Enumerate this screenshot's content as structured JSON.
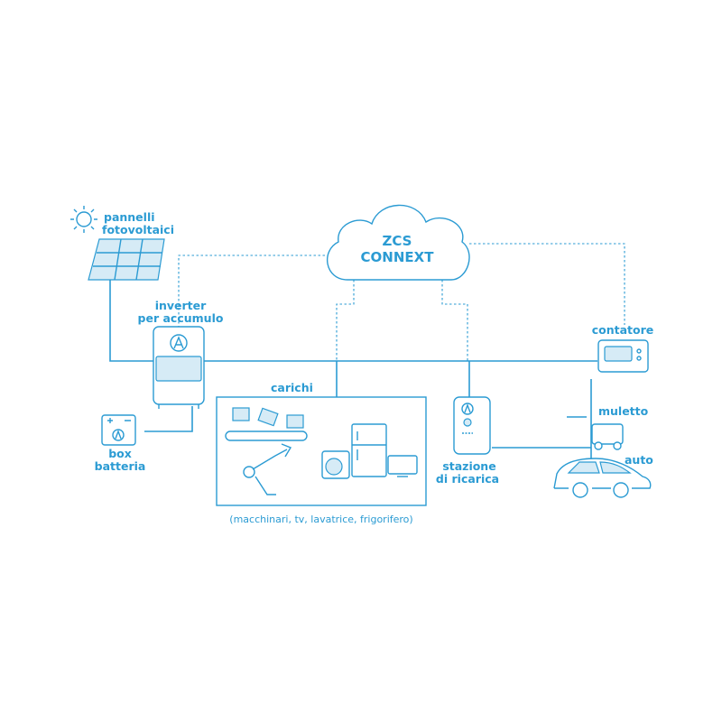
{
  "cloud": {
    "line1": "ZCS",
    "line2": "CONNEXT"
  },
  "nodes": {
    "solar": {
      "line1": "pannelli",
      "line2": "fotovoltaici",
      "icon": "solar-panel-icon"
    },
    "inverter": {
      "line1": "inverter",
      "line2": "per accumulo",
      "icon": "inverter-icon"
    },
    "battery": {
      "line1": "box",
      "line2": "batteria",
      "icon": "battery-icon"
    },
    "loads": {
      "label": "carichi",
      "caption": "(macchinari, tv, lavatrice, frigorifero)"
    },
    "meter": {
      "label": "contatore",
      "icon": "meter-icon"
    },
    "forklift": {
      "label": "muletto",
      "icon": "forklift-icon"
    },
    "charger": {
      "line1": "stazione",
      "line2": "di ricarica",
      "icon": "charging-station-icon"
    },
    "car": {
      "label": "auto",
      "icon": "car-icon"
    }
  },
  "colors": {
    "accent": "#2b9bd3",
    "light": "#d6ebf6"
  }
}
